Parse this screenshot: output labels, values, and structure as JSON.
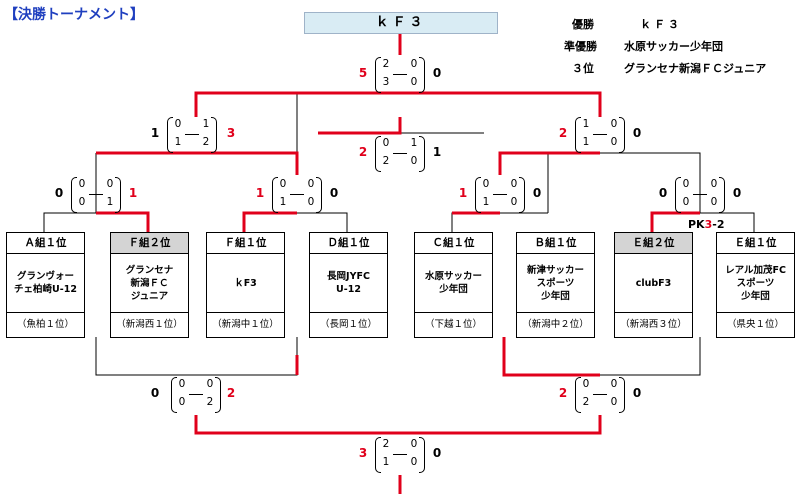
{
  "title": "【決勝トーナメント】",
  "champion": "ｋＦ３",
  "results": [
    {
      "rank": "優勝",
      "team": "ｋＦ３"
    },
    {
      "rank": "準優勝",
      "team": "水原サッカー少年団"
    },
    {
      "rank": "３位",
      "team": "グランセナ新潟ＦＣジュニア"
    }
  ],
  "teams": [
    {
      "group": "Ａ組１位",
      "name": "グランヴォー\nチェ柏崎U-12",
      "sub": "（魚柏１位）"
    },
    {
      "group": "Ｆ組２位",
      "name": "グランセナ\n新潟ＦＣ\nジュニア",
      "sub": "（新潟西１位）"
    },
    {
      "group": "Ｆ組１位",
      "name": "ｋF3",
      "sub": "（新潟中１位）"
    },
    {
      "group": "Ｄ組１位",
      "name": "長岡JYFC\nU-12",
      "sub": "（長岡１位）"
    },
    {
      "group": "Ｃ組１位",
      "name": "水原サッカー\n少年団",
      "sub": "（下越１位）"
    },
    {
      "group": "Ｂ組１位",
      "name": "新津サッカー\nスポーツ\n少年団",
      "sub": "（新潟中２位）"
    },
    {
      "group": "Ｅ組２位",
      "name": "clubF3",
      "sub": "（新潟西３位）"
    },
    {
      "group": "Ｅ組１位",
      "name": "レアル加茂FC\nスポーツ\n少年団",
      "sub": "（県央１位）"
    }
  ],
  "matches": [
    {
      "id": "final",
      "h1": [
        "2",
        "0"
      ],
      "h2": [
        "3",
        "0"
      ],
      "left": "5",
      "right": "0"
    },
    {
      "id": "semi-left",
      "h1": [
        "0",
        "1"
      ],
      "h2": [
        "1",
        "2"
      ],
      "left": "1",
      "right": "3"
    },
    {
      "id": "third-place",
      "h1": [
        "0",
        "1"
      ],
      "h2": [
        "2",
        "0"
      ],
      "left": "2",
      "right": "1"
    },
    {
      "id": "semi-right",
      "h1": [
        "1",
        "0"
      ],
      "h2": [
        "1",
        "0"
      ],
      "left": "2",
      "right": "0"
    },
    {
      "id": "qf-1",
      "h1": [
        "0",
        "0"
      ],
      "h2": [
        "0",
        "1"
      ],
      "left": "0",
      "right": "1"
    },
    {
      "id": "qf-2",
      "h1": [
        "0",
        "0"
      ],
      "h2": [
        "1",
        "0"
      ],
      "left": "1",
      "right": "0"
    },
    {
      "id": "qf-3",
      "h1": [
        "0",
        "0"
      ],
      "h2": [
        "1",
        "0"
      ],
      "left": "1",
      "right": "0"
    },
    {
      "id": "qf-4",
      "h1": [
        "0",
        "0"
      ],
      "h2": [
        "0",
        "0"
      ],
      "left": "0",
      "right": "0"
    },
    {
      "id": "lower-left",
      "h1": [
        "0",
        "0"
      ],
      "h2": [
        "0",
        "2"
      ],
      "left": "0",
      "right": "2"
    },
    {
      "id": "lower-right",
      "h1": [
        "0",
        "0"
      ],
      "h2": [
        "2",
        "0"
      ],
      "left": "2",
      "right": "0"
    },
    {
      "id": "lower-final",
      "h1": [
        "2",
        "0"
      ],
      "h2": [
        "1",
        "0"
      ],
      "left": "3",
      "right": "0"
    }
  ],
  "pk": {
    "prefix": "PK",
    "a": "3",
    "sep": "-",
    "b": "2"
  },
  "colors": {
    "win_line": "#e0001b",
    "line": "#000000",
    "title": "#1f3fbf",
    "champion_bg": "#d9ecf4",
    "shade": "#d4d4d4"
  }
}
